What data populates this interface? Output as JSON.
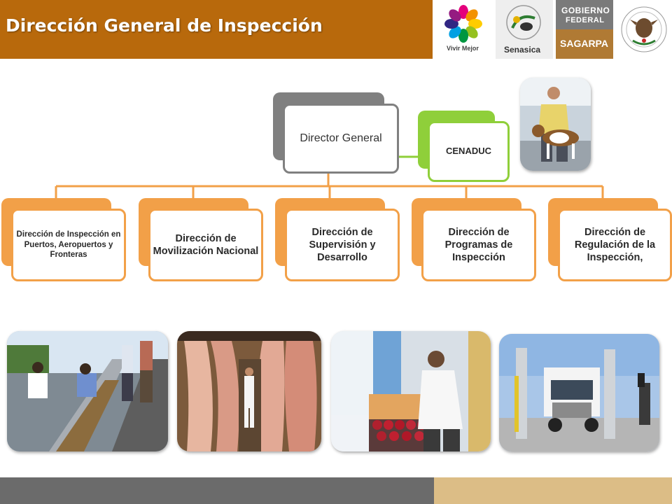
{
  "header": {
    "title": "Dirección General de Inspección",
    "bar_color": "#b8690c"
  },
  "logos": {
    "vivir_mejor": "Vivir Mejor",
    "senasica": "Senasica",
    "gobierno_line1": "Gobierno",
    "gobierno_line2": "Federal",
    "sagarpa": "SAGARPA",
    "mexico_seal_icon": "mexico-coat-of-arms-icon"
  },
  "org": {
    "director": "Director General",
    "cenaduc": "CENADUC",
    "units": [
      "Dirección de Inspección en Puertos, Aeropuertos y Fronteras",
      "Dirección de Movilización Nacional",
      "Dirección de Supervisión y Desarrollo",
      "Dirección de Programas de Inspección",
      "Dirección de Regulación de la Inspección,"
    ],
    "colors": {
      "director": "#808080",
      "cenaduc": "#8fcf3a",
      "units": "#f2a048"
    }
  },
  "footer": {
    "left_color": "#6b6b6b",
    "right_color": "#dcbd86"
  }
}
